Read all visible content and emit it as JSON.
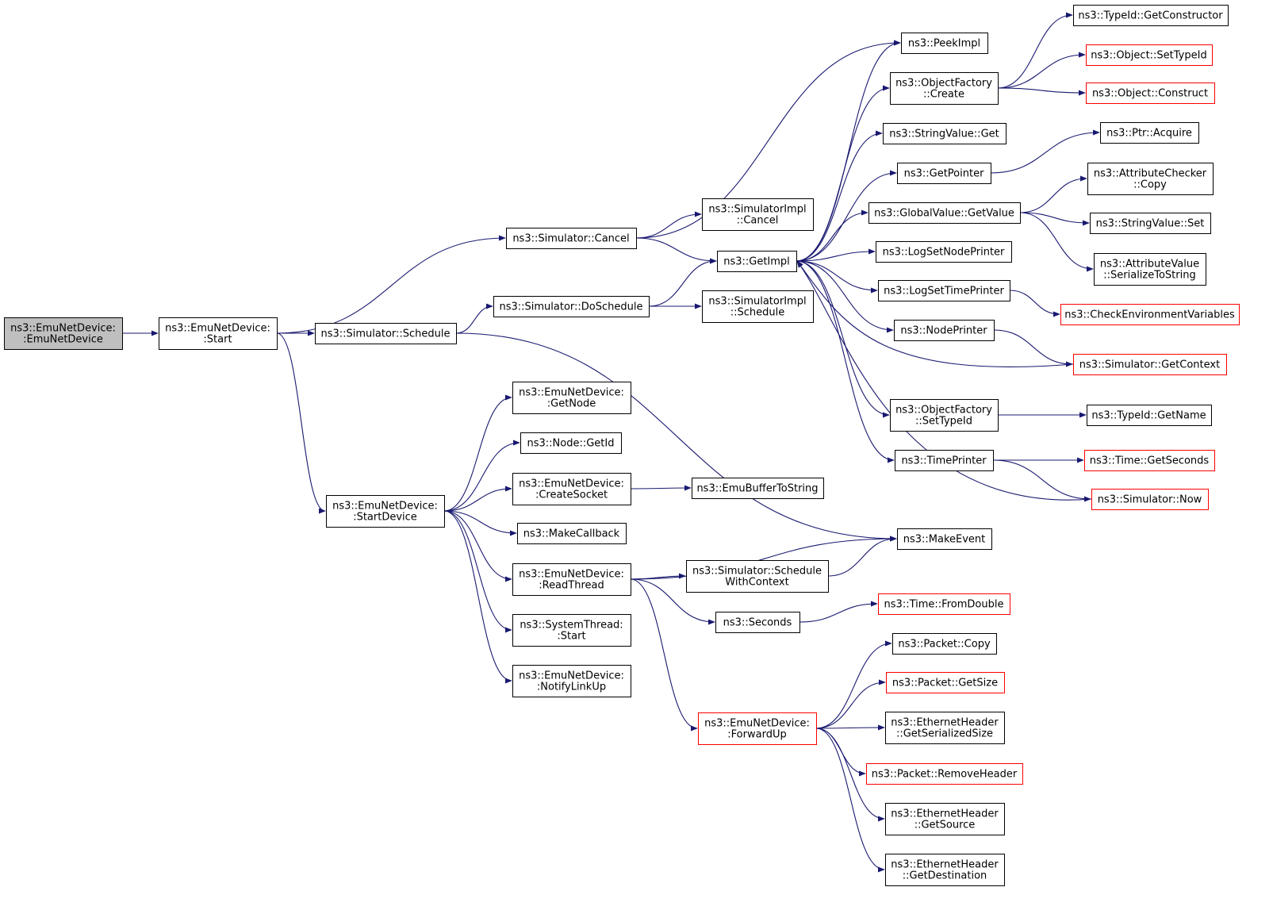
{
  "graph": {
    "nodes": [
      {
        "id": "root",
        "lines": [
          "ns3::EmuNetDevice:",
          ":EmuNetDevice"
        ],
        "kind": "root"
      },
      {
        "id": "start",
        "lines": [
          "ns3::EmuNetDevice:",
          ":Start"
        ],
        "kind": "normal"
      },
      {
        "id": "sim_schedule",
        "lines": [
          "ns3::Simulator::Schedule"
        ],
        "kind": "normal"
      },
      {
        "id": "sim_cancel",
        "lines": [
          "ns3::Simulator::Cancel"
        ],
        "kind": "normal"
      },
      {
        "id": "sim_doschedule",
        "lines": [
          "ns3::Simulator::DoSchedule"
        ],
        "kind": "normal"
      },
      {
        "id": "simimpl_cancel",
        "lines": [
          "ns3::SimulatorImpl",
          "::Cancel"
        ],
        "kind": "normal"
      },
      {
        "id": "simimpl_schedule",
        "lines": [
          "ns3::SimulatorImpl",
          "::Schedule"
        ],
        "kind": "normal"
      },
      {
        "id": "getimpl",
        "lines": [
          "ns3::GetImpl"
        ],
        "kind": "normal"
      },
      {
        "id": "peekimpl",
        "lines": [
          "ns3::PeekImpl"
        ],
        "kind": "normal"
      },
      {
        "id": "objfactory_create",
        "lines": [
          "ns3::ObjectFactory",
          "::Create"
        ],
        "kind": "normal"
      },
      {
        "id": "stringvalue_get",
        "lines": [
          "ns3::StringValue::Get"
        ],
        "kind": "normal"
      },
      {
        "id": "getpointer",
        "lines": [
          "ns3::GetPointer"
        ],
        "kind": "normal"
      },
      {
        "id": "globalvalue_getvalue",
        "lines": [
          "ns3::GlobalValue::GetValue"
        ],
        "kind": "normal"
      },
      {
        "id": "logsetnodeprinter",
        "lines": [
          "ns3::LogSetNodePrinter"
        ],
        "kind": "normal"
      },
      {
        "id": "logsettimeprinter",
        "lines": [
          "ns3::LogSetTimePrinter"
        ],
        "kind": "normal"
      },
      {
        "id": "nodeprinter",
        "lines": [
          "ns3::NodePrinter"
        ],
        "kind": "normal"
      },
      {
        "id": "objfactory_settypeid",
        "lines": [
          "ns3::ObjectFactory",
          "::SetTypeId"
        ],
        "kind": "normal"
      },
      {
        "id": "timeprinter",
        "lines": [
          "ns3::TimePrinter"
        ],
        "kind": "normal"
      },
      {
        "id": "typeid_getconstructor",
        "lines": [
          "ns3::TypeId::GetConstructor"
        ],
        "kind": "normal"
      },
      {
        "id": "object_settypeid",
        "lines": [
          "ns3::Object::SetTypeId"
        ],
        "kind": "ext"
      },
      {
        "id": "object_construct",
        "lines": [
          "ns3::Object::Construct"
        ],
        "kind": "ext"
      },
      {
        "id": "ptr_acquire",
        "lines": [
          "ns3::Ptr::Acquire"
        ],
        "kind": "normal"
      },
      {
        "id": "attrchecker_copy",
        "lines": [
          "ns3::AttributeChecker",
          "::Copy"
        ],
        "kind": "normal"
      },
      {
        "id": "stringvalue_set",
        "lines": [
          "ns3::StringValue::Set"
        ],
        "kind": "normal"
      },
      {
        "id": "attrvalue_serialize",
        "lines": [
          "ns3::AttributeValue",
          "::SerializeToString"
        ],
        "kind": "normal"
      },
      {
        "id": "checkenv",
        "lines": [
          "ns3::CheckEnvironmentVariables"
        ],
        "kind": "ext"
      },
      {
        "id": "sim_getcontext",
        "lines": [
          "ns3::Simulator::GetContext"
        ],
        "kind": "ext"
      },
      {
        "id": "typeid_getname",
        "lines": [
          "ns3::TypeId::GetName"
        ],
        "kind": "normal"
      },
      {
        "id": "time_getseconds",
        "lines": [
          "ns3::Time::GetSeconds"
        ],
        "kind": "ext"
      },
      {
        "id": "sim_now",
        "lines": [
          "ns3::Simulator::Now"
        ],
        "kind": "ext"
      },
      {
        "id": "startdevice",
        "lines": [
          "ns3::EmuNetDevice:",
          ":StartDevice"
        ],
        "kind": "normal"
      },
      {
        "id": "getnode",
        "lines": [
          "ns3::EmuNetDevice:",
          ":GetNode"
        ],
        "kind": "normal"
      },
      {
        "id": "node_getid",
        "lines": [
          "ns3::Node::GetId"
        ],
        "kind": "normal"
      },
      {
        "id": "createsocket",
        "lines": [
          "ns3::EmuNetDevice:",
          ":CreateSocket"
        ],
        "kind": "normal"
      },
      {
        "id": "emubuffertostring",
        "lines": [
          "ns3::EmuBufferToString"
        ],
        "kind": "normal"
      },
      {
        "id": "makecallback",
        "lines": [
          "ns3::MakeCallback"
        ],
        "kind": "normal"
      },
      {
        "id": "readthread",
        "lines": [
          "ns3::EmuNetDevice:",
          ":ReadThread"
        ],
        "kind": "normal"
      },
      {
        "id": "makeevent",
        "lines": [
          "ns3::MakeEvent"
        ],
        "kind": "normal"
      },
      {
        "id": "sim_schedulewithcontext",
        "lines": [
          "ns3::Simulator::Schedule",
          "WithContext"
        ],
        "kind": "normal"
      },
      {
        "id": "seconds",
        "lines": [
          "ns3::Seconds"
        ],
        "kind": "normal"
      },
      {
        "id": "time_fromdouble",
        "lines": [
          "ns3::Time::FromDouble"
        ],
        "kind": "ext"
      },
      {
        "id": "systemthread_start",
        "lines": [
          "ns3::SystemThread:",
          ":Start"
        ],
        "kind": "normal"
      },
      {
        "id": "notifylinkup",
        "lines": [
          "ns3::EmuNetDevice:",
          ":NotifyLinkUp"
        ],
        "kind": "normal"
      },
      {
        "id": "forwardup",
        "lines": [
          "ns3::EmuNetDevice:",
          ":ForwardUp"
        ],
        "kind": "ext"
      },
      {
        "id": "packet_copy",
        "lines": [
          "ns3::Packet::Copy"
        ],
        "kind": "normal"
      },
      {
        "id": "packet_getsize",
        "lines": [
          "ns3::Packet::GetSize"
        ],
        "kind": "ext"
      },
      {
        "id": "eth_getserializedsize",
        "lines": [
          "ns3::EthernetHeader",
          "::GetSerializedSize"
        ],
        "kind": "normal"
      },
      {
        "id": "packet_removeheader",
        "lines": [
          "ns3::Packet::RemoveHeader"
        ],
        "kind": "ext"
      },
      {
        "id": "eth_getsource",
        "lines": [
          "ns3::EthernetHeader",
          "::GetSource"
        ],
        "kind": "normal"
      },
      {
        "id": "eth_getdestination",
        "lines": [
          "ns3::EthernetHeader",
          "::GetDestination"
        ],
        "kind": "normal"
      }
    ],
    "edges": [
      [
        "root",
        "start"
      ],
      [
        "start",
        "sim_schedule"
      ],
      [
        "start",
        "sim_cancel"
      ],
      [
        "start",
        "startdevice"
      ],
      [
        "sim_schedule",
        "sim_doschedule"
      ],
      [
        "sim_schedule",
        "makeevent"
      ],
      [
        "sim_cancel",
        "simimpl_cancel"
      ],
      [
        "sim_cancel",
        "getimpl"
      ],
      [
        "sim_cancel",
        "peekimpl"
      ],
      [
        "sim_doschedule",
        "getimpl"
      ],
      [
        "sim_doschedule",
        "simimpl_schedule"
      ],
      [
        "getimpl",
        "peekimpl"
      ],
      [
        "getimpl",
        "objfactory_create"
      ],
      [
        "getimpl",
        "stringvalue_get"
      ],
      [
        "getimpl",
        "getpointer"
      ],
      [
        "getimpl",
        "globalvalue_getvalue"
      ],
      [
        "getimpl",
        "logsetnodeprinter"
      ],
      [
        "getimpl",
        "logsettimeprinter"
      ],
      [
        "getimpl",
        "nodeprinter"
      ],
      [
        "getimpl",
        "objfactory_settypeid"
      ],
      [
        "getimpl",
        "timeprinter"
      ],
      [
        "objfactory_create",
        "typeid_getconstructor"
      ],
      [
        "objfactory_create",
        "object_settypeid"
      ],
      [
        "objfactory_create",
        "object_construct"
      ],
      [
        "getpointer",
        "ptr_acquire"
      ],
      [
        "globalvalue_getvalue",
        "attrchecker_copy"
      ],
      [
        "globalvalue_getvalue",
        "stringvalue_set"
      ],
      [
        "globalvalue_getvalue",
        "attrvalue_serialize"
      ],
      [
        "logsettimeprinter",
        "checkenv"
      ],
      [
        "nodeprinter",
        "sim_getcontext"
      ],
      [
        "sim_getcontext",
        "getimpl"
      ],
      [
        "objfactory_settypeid",
        "typeid_getname"
      ],
      [
        "timeprinter",
        "time_getseconds"
      ],
      [
        "timeprinter",
        "sim_now"
      ],
      [
        "sim_now",
        "getimpl"
      ],
      [
        "startdevice",
        "getnode"
      ],
      [
        "startdevice",
        "node_getid"
      ],
      [
        "startdevice",
        "createsocket"
      ],
      [
        "startdevice",
        "makecallback"
      ],
      [
        "startdevice",
        "readthread"
      ],
      [
        "startdevice",
        "systemthread_start"
      ],
      [
        "startdevice",
        "notifylinkup"
      ],
      [
        "createsocket",
        "emubuffertostring"
      ],
      [
        "readthread",
        "makeevent"
      ],
      [
        "readthread",
        "sim_schedulewithcontext"
      ],
      [
        "readthread",
        "seconds"
      ],
      [
        "readthread",
        "forwardup"
      ],
      [
        "sim_schedulewithcontext",
        "makeevent"
      ],
      [
        "seconds",
        "time_fromdouble"
      ],
      [
        "forwardup",
        "packet_copy"
      ],
      [
        "forwardup",
        "packet_getsize"
      ],
      [
        "forwardup",
        "eth_getserializedsize"
      ],
      [
        "forwardup",
        "packet_removeheader"
      ],
      [
        "forwardup",
        "eth_getsource"
      ],
      [
        "forwardup",
        "eth_getdestination"
      ]
    ]
  },
  "colors": {
    "edge": "#191970",
    "root_fill": "#bfbfbf",
    "node_border": "#000000",
    "external_border": "#ff0000"
  }
}
